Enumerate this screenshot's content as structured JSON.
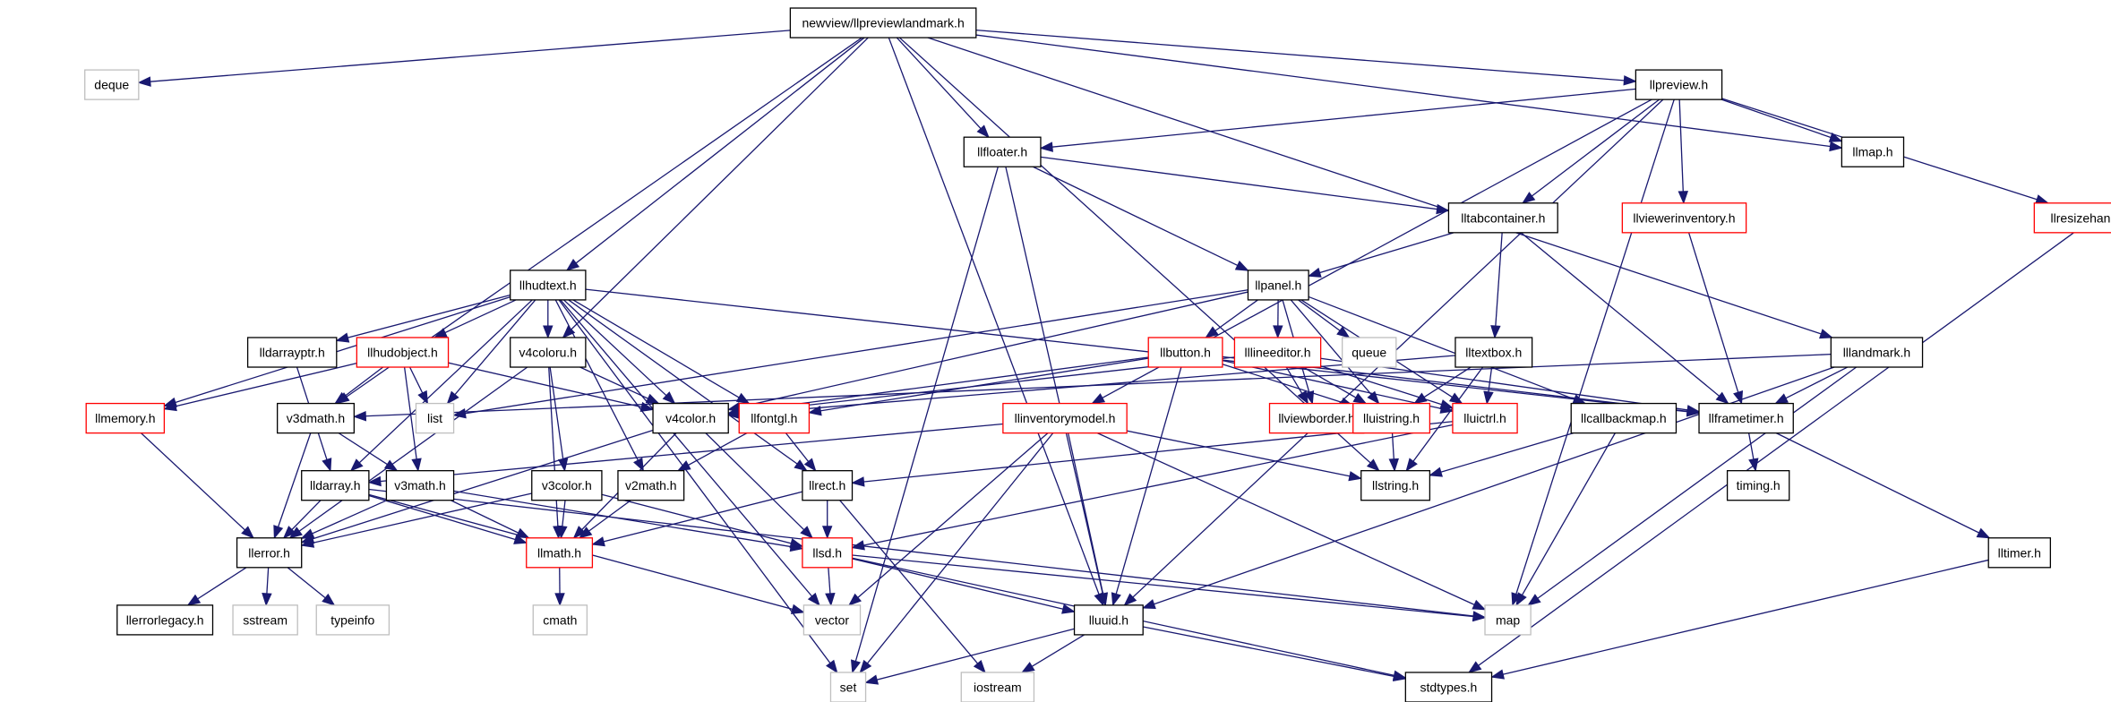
{
  "colors": {
    "edge": "#191970",
    "root_fill": "#bfbfbf",
    "border_normal": "#000000",
    "border_undocumented": "#ff0000",
    "border_external": "#bfbfbf"
  },
  "nodes": [
    {
      "id": "root",
      "label": "newview/llpreviewlandmark.h",
      "style": "root"
    },
    {
      "id": "deque",
      "label": "deque",
      "style": "external"
    },
    {
      "id": "llpreview",
      "label": "llpreview.h",
      "style": "normal"
    },
    {
      "id": "llfloater",
      "label": "llfloater.h",
      "style": "normal"
    },
    {
      "id": "llmap",
      "label": "llmap.h",
      "style": "normal"
    },
    {
      "id": "lltabcontainer",
      "label": "lltabcontainer.h",
      "style": "normal"
    },
    {
      "id": "llviewerinventory",
      "label": "llviewerinventory.h",
      "style": "red"
    },
    {
      "id": "llresizehandle",
      "label": "llresizehandle.h",
      "style": "red"
    },
    {
      "id": "llhudtext",
      "label": "llhudtext.h",
      "style": "normal"
    },
    {
      "id": "llpanel",
      "label": "llpanel.h",
      "style": "normal"
    },
    {
      "id": "lldarrayptr",
      "label": "lldarrayptr.h",
      "style": "normal"
    },
    {
      "id": "llhudobject",
      "label": "llhudobject.h",
      "style": "red"
    },
    {
      "id": "v4coloru",
      "label": "v4coloru.h",
      "style": "normal"
    },
    {
      "id": "llbutton",
      "label": "llbutton.h",
      "style": "red"
    },
    {
      "id": "lllineeditor",
      "label": "lllineeditor.h",
      "style": "red"
    },
    {
      "id": "queue",
      "label": "queue",
      "style": "external"
    },
    {
      "id": "lltextbox",
      "label": "lltextbox.h",
      "style": "normal"
    },
    {
      "id": "lllandmark",
      "label": "lllandmark.h",
      "style": "normal"
    },
    {
      "id": "llmemory",
      "label": "llmemory.h",
      "style": "red"
    },
    {
      "id": "v3dmath",
      "label": "v3dmath.h",
      "style": "normal"
    },
    {
      "id": "list",
      "label": "list",
      "style": "external"
    },
    {
      "id": "v4color",
      "label": "v4color.h",
      "style": "normal"
    },
    {
      "id": "llfontgl",
      "label": "llfontgl.h",
      "style": "red"
    },
    {
      "id": "llinventorymodel",
      "label": "llinventorymodel.h",
      "style": "red"
    },
    {
      "id": "llviewborder",
      "label": "llviewborder.h",
      "style": "red"
    },
    {
      "id": "lluistring",
      "label": "lluistring.h",
      "style": "red"
    },
    {
      "id": "lluictrl",
      "label": "lluictrl.h",
      "style": "red"
    },
    {
      "id": "llcallbackmap",
      "label": "llcallbackmap.h",
      "style": "normal"
    },
    {
      "id": "llframetimer",
      "label": "llframetimer.h",
      "style": "normal"
    },
    {
      "id": "lldarray",
      "label": "lldarray.h",
      "style": "normal"
    },
    {
      "id": "v3math",
      "label": "v3math.h",
      "style": "normal"
    },
    {
      "id": "v3color",
      "label": "v3color.h",
      "style": "normal"
    },
    {
      "id": "v2math",
      "label": "v2math.h",
      "style": "normal"
    },
    {
      "id": "llrect",
      "label": "llrect.h",
      "style": "normal"
    },
    {
      "id": "llstring",
      "label": "llstring.h",
      "style": "normal"
    },
    {
      "id": "timing",
      "label": "timing.h",
      "style": "normal"
    },
    {
      "id": "llerror",
      "label": "llerror.h",
      "style": "normal"
    },
    {
      "id": "llmath",
      "label": "llmath.h",
      "style": "red"
    },
    {
      "id": "llsd",
      "label": "llsd.h",
      "style": "red"
    },
    {
      "id": "lltimer",
      "label": "lltimer.h",
      "style": "normal"
    },
    {
      "id": "llerrorlegacy",
      "label": "llerrorlegacy.h",
      "style": "normal"
    },
    {
      "id": "sstream",
      "label": "sstream",
      "style": "external"
    },
    {
      "id": "typeinfo",
      "label": "typeinfo",
      "style": "external"
    },
    {
      "id": "cmath",
      "label": "cmath",
      "style": "external"
    },
    {
      "id": "vector",
      "label": "vector",
      "style": "external"
    },
    {
      "id": "lluuid",
      "label": "lluuid.h",
      "style": "normal"
    },
    {
      "id": "map",
      "label": "map",
      "style": "external"
    },
    {
      "id": "set",
      "label": "set",
      "style": "external"
    },
    {
      "id": "iostream",
      "label": "iostream",
      "style": "external"
    },
    {
      "id": "stdtypes",
      "label": "stdtypes.h",
      "style": "normal"
    }
  ],
  "edges": [
    [
      "root",
      "deque"
    ],
    [
      "root",
      "llpreview"
    ],
    [
      "root",
      "llfloater"
    ],
    [
      "root",
      "llmap"
    ],
    [
      "root",
      "llhudtext"
    ],
    [
      "root",
      "lllandmark"
    ],
    [
      "root",
      "v3dmath"
    ],
    [
      "root",
      "v4coloru"
    ],
    [
      "root",
      "lluuid"
    ],
    [
      "root",
      "llstring"
    ],
    [
      "llpreview",
      "llfloater"
    ],
    [
      "llpreview",
      "llmap"
    ],
    [
      "llpreview",
      "lltabcontainer"
    ],
    [
      "llpreview",
      "llviewerinventory"
    ],
    [
      "llpreview",
      "llresizehandle"
    ],
    [
      "llpreview",
      "llinventorymodel"
    ],
    [
      "llpreview",
      "lluuid"
    ],
    [
      "llpreview",
      "map"
    ],
    [
      "llfloater",
      "llpanel"
    ],
    [
      "llfloater",
      "lltabcontainer"
    ],
    [
      "llfloater",
      "lluuid"
    ],
    [
      "llfloater",
      "set"
    ],
    [
      "lltabcontainer",
      "llpanel"
    ],
    [
      "lltabcontainer",
      "lltextbox"
    ],
    [
      "lltabcontainer",
      "llframetimer"
    ],
    [
      "llviewerinventory",
      "llframetimer"
    ],
    [
      "llresizehandle",
      "stdtypes"
    ],
    [
      "llhudtext",
      "lldarrayptr"
    ],
    [
      "llhudtext",
      "llhudobject"
    ],
    [
      "llhudtext",
      "v4coloru"
    ],
    [
      "llhudtext",
      "v4color"
    ],
    [
      "llhudtext",
      "llfontgl"
    ],
    [
      "llhudtext",
      "llmemory"
    ],
    [
      "llhudtext",
      "lldarray"
    ],
    [
      "llhudtext",
      "v2math"
    ],
    [
      "llhudtext",
      "llrect"
    ],
    [
      "llhudtext",
      "llframetimer"
    ],
    [
      "llhudtext",
      "list"
    ],
    [
      "llhudtext",
      "set"
    ],
    [
      "llhudtext",
      "vector"
    ],
    [
      "llpanel",
      "llbutton"
    ],
    [
      "llpanel",
      "lllineeditor"
    ],
    [
      "llpanel",
      "queue"
    ],
    [
      "llpanel",
      "lluictrl"
    ],
    [
      "llpanel",
      "lluistring"
    ],
    [
      "llpanel",
      "llviewborder"
    ],
    [
      "llpanel",
      "llcallbackmap"
    ],
    [
      "llpanel",
      "v4color"
    ],
    [
      "llpanel",
      "list"
    ],
    [
      "lldarrayptr",
      "lldarray"
    ],
    [
      "llhudobject",
      "llmemory"
    ],
    [
      "llhudobject",
      "v3dmath"
    ],
    [
      "llhudobject",
      "v3math"
    ],
    [
      "llhudobject",
      "v4color"
    ],
    [
      "llhudobject",
      "list"
    ],
    [
      "v4coloru",
      "v4color"
    ],
    [
      "v4coloru",
      "v3color"
    ],
    [
      "v4coloru",
      "llerror"
    ],
    [
      "v4coloru",
      "llmath"
    ],
    [
      "llbutton",
      "lluuid"
    ],
    [
      "llbutton",
      "llframetimer"
    ],
    [
      "llbutton",
      "llfontgl"
    ],
    [
      "llbutton",
      "v4color"
    ],
    [
      "llbutton",
      "lluistring"
    ],
    [
      "llbutton",
      "lluictrl"
    ],
    [
      "lllineeditor",
      "llviewborder"
    ],
    [
      "lllineeditor",
      "lluistring"
    ],
    [
      "lllineeditor",
      "lluictrl"
    ],
    [
      "lllineeditor",
      "llframetimer"
    ],
    [
      "lllineeditor",
      "v4color"
    ],
    [
      "lltextbox",
      "lluistring"
    ],
    [
      "lltextbox",
      "lluictrl"
    ],
    [
      "lltextbox",
      "v4color"
    ],
    [
      "lltextbox",
      "llstring"
    ],
    [
      "lllandmark",
      "llframetimer"
    ],
    [
      "lllandmark",
      "v3dmath"
    ],
    [
      "lllandmark",
      "lluuid"
    ],
    [
      "lllandmark",
      "map"
    ],
    [
      "llmemory",
      "llerror"
    ],
    [
      "v3dmath",
      "llerror"
    ],
    [
      "v3dmath",
      "v3math"
    ],
    [
      "v4color",
      "llerror"
    ],
    [
      "v4color",
      "llmath"
    ],
    [
      "v4color",
      "llsd"
    ],
    [
      "llfontgl",
      "llrect"
    ],
    [
      "llfontgl",
      "v2math"
    ],
    [
      "llinventorymodel",
      "lldarray"
    ],
    [
      "llinventorymodel",
      "llstring"
    ],
    [
      "llinventorymodel",
      "lluuid"
    ],
    [
      "llinventorymodel",
      "map"
    ],
    [
      "llinventorymodel",
      "vector"
    ],
    [
      "llinventorymodel",
      "set"
    ],
    [
      "lluistring",
      "llstring"
    ],
    [
      "lluictrl",
      "llrect"
    ],
    [
      "lluictrl",
      "llsd"
    ],
    [
      "llcallbackmap",
      "llstring"
    ],
    [
      "llcallbackmap",
      "map"
    ],
    [
      "llframetimer",
      "timing"
    ],
    [
      "llframetimer",
      "lltimer"
    ],
    [
      "lldarray",
      "llerror"
    ],
    [
      "lldarray",
      "llmath"
    ],
    [
      "lldarray",
      "vector"
    ],
    [
      "lldarray",
      "map"
    ],
    [
      "v3math",
      "llerror"
    ],
    [
      "v3math",
      "llmath"
    ],
    [
      "v3math",
      "llsd"
    ],
    [
      "v3color",
      "llerror"
    ],
    [
      "v3color",
      "llmath"
    ],
    [
      "v3color",
      "llsd"
    ],
    [
      "v2math",
      "llmath"
    ],
    [
      "llrect",
      "llmath"
    ],
    [
      "llrect",
      "llsd"
    ],
    [
      "llrect",
      "iostream"
    ],
    [
      "llerror",
      "llerrorlegacy"
    ],
    [
      "llerror",
      "sstream"
    ],
    [
      "llerror",
      "typeinfo"
    ],
    [
      "llmath",
      "cmath"
    ],
    [
      "llsd",
      "vector"
    ],
    [
      "llsd",
      "lluuid"
    ],
    [
      "llsd",
      "map"
    ],
    [
      "llsd",
      "stdtypes"
    ],
    [
      "lltimer",
      "stdtypes"
    ],
    [
      "lluuid",
      "set"
    ],
    [
      "lluuid",
      "iostream"
    ],
    [
      "lluuid",
      "stdtypes"
    ]
  ]
}
